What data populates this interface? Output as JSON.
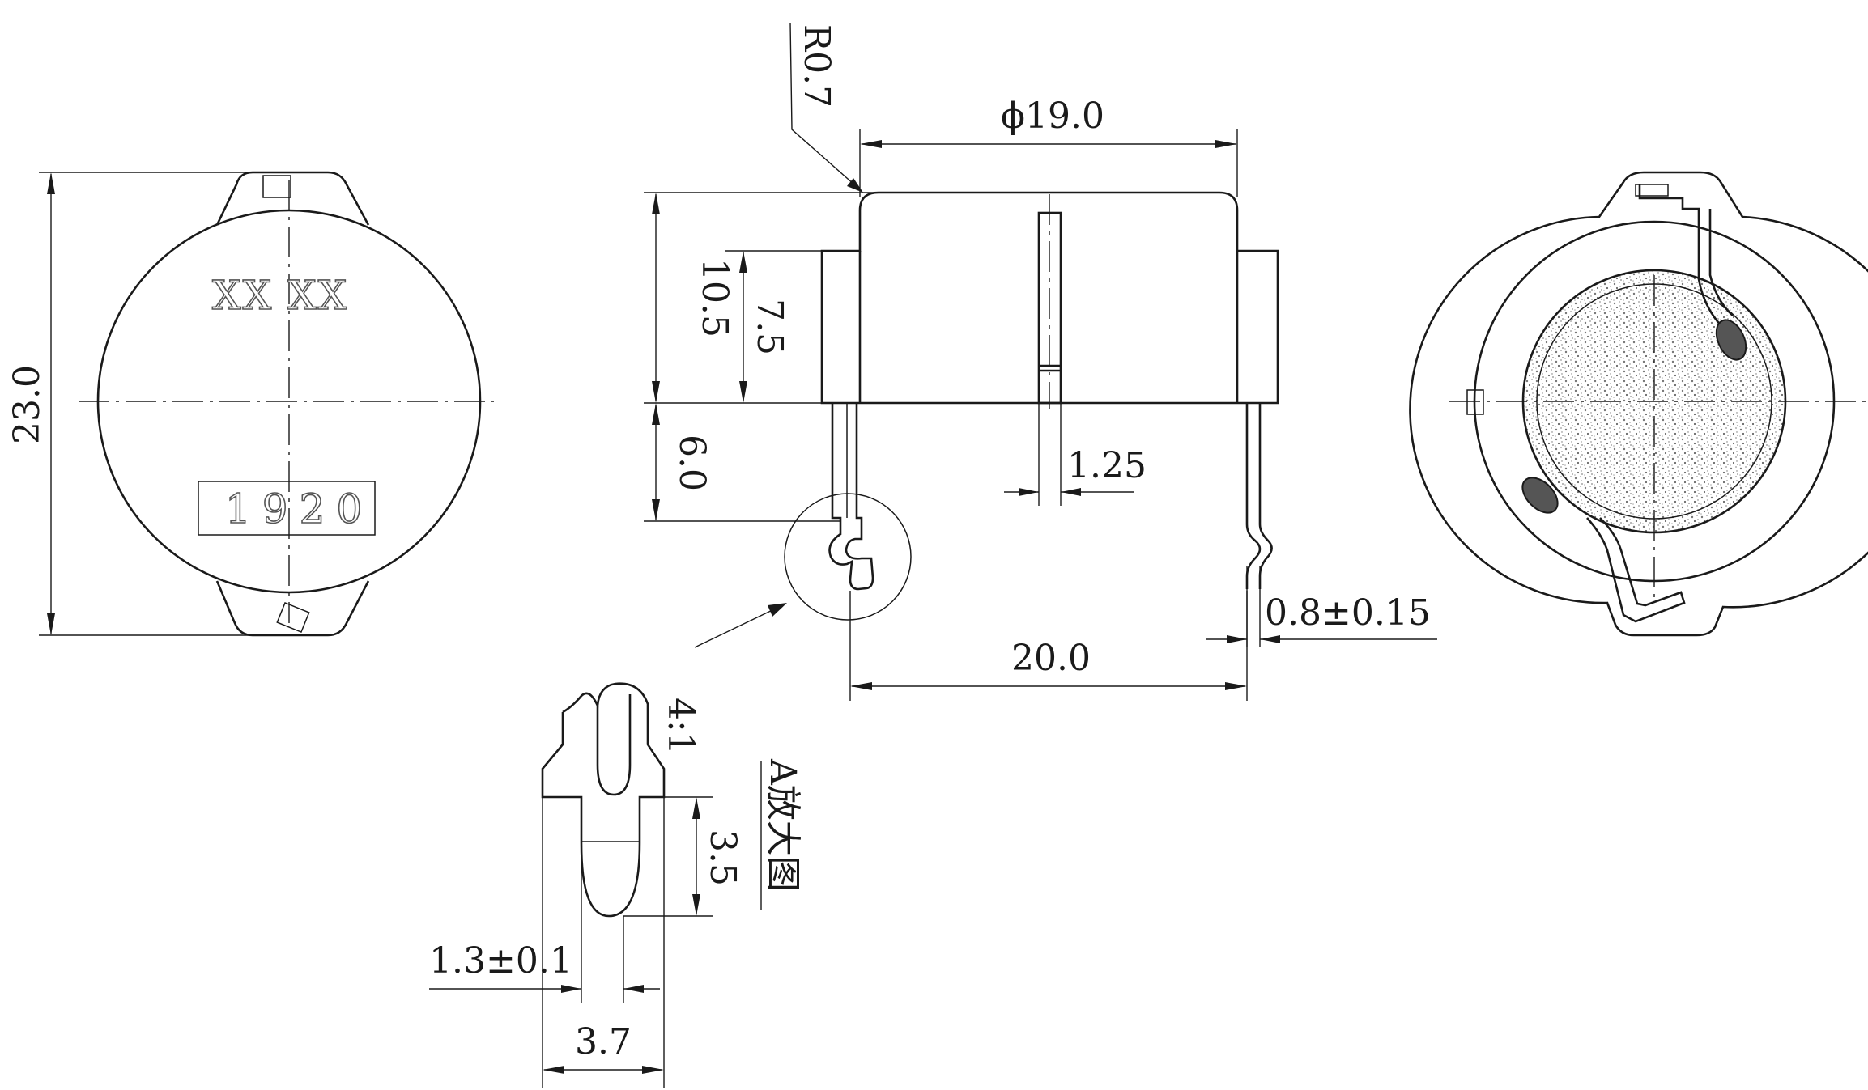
{
  "front_view": {
    "marking": "XX XX",
    "date_code": "1920",
    "height_dim": "23.0"
  },
  "side_view": {
    "radius_dim": "R0.7",
    "diameter_dim": "ϕ19.0",
    "body_height_dim": "10.5",
    "inner_height_dim": "7.5",
    "pin_length_dim": "6.0",
    "pin_width_dim": "1.25",
    "pin_thickness_dim": "0.8±0.15",
    "pin_spacing_dim": "20.0"
  },
  "detail_view": {
    "scale": "4:1",
    "title": "A放大图",
    "tip_length_dim": "3.5",
    "tip_width_dim": "1.3±0.1",
    "shoulder_width_dim": "3.7"
  },
  "colors": {
    "line": "#1a1a1a",
    "fill_dark": "#555555",
    "fill_speckle": "#d9d9d9"
  }
}
